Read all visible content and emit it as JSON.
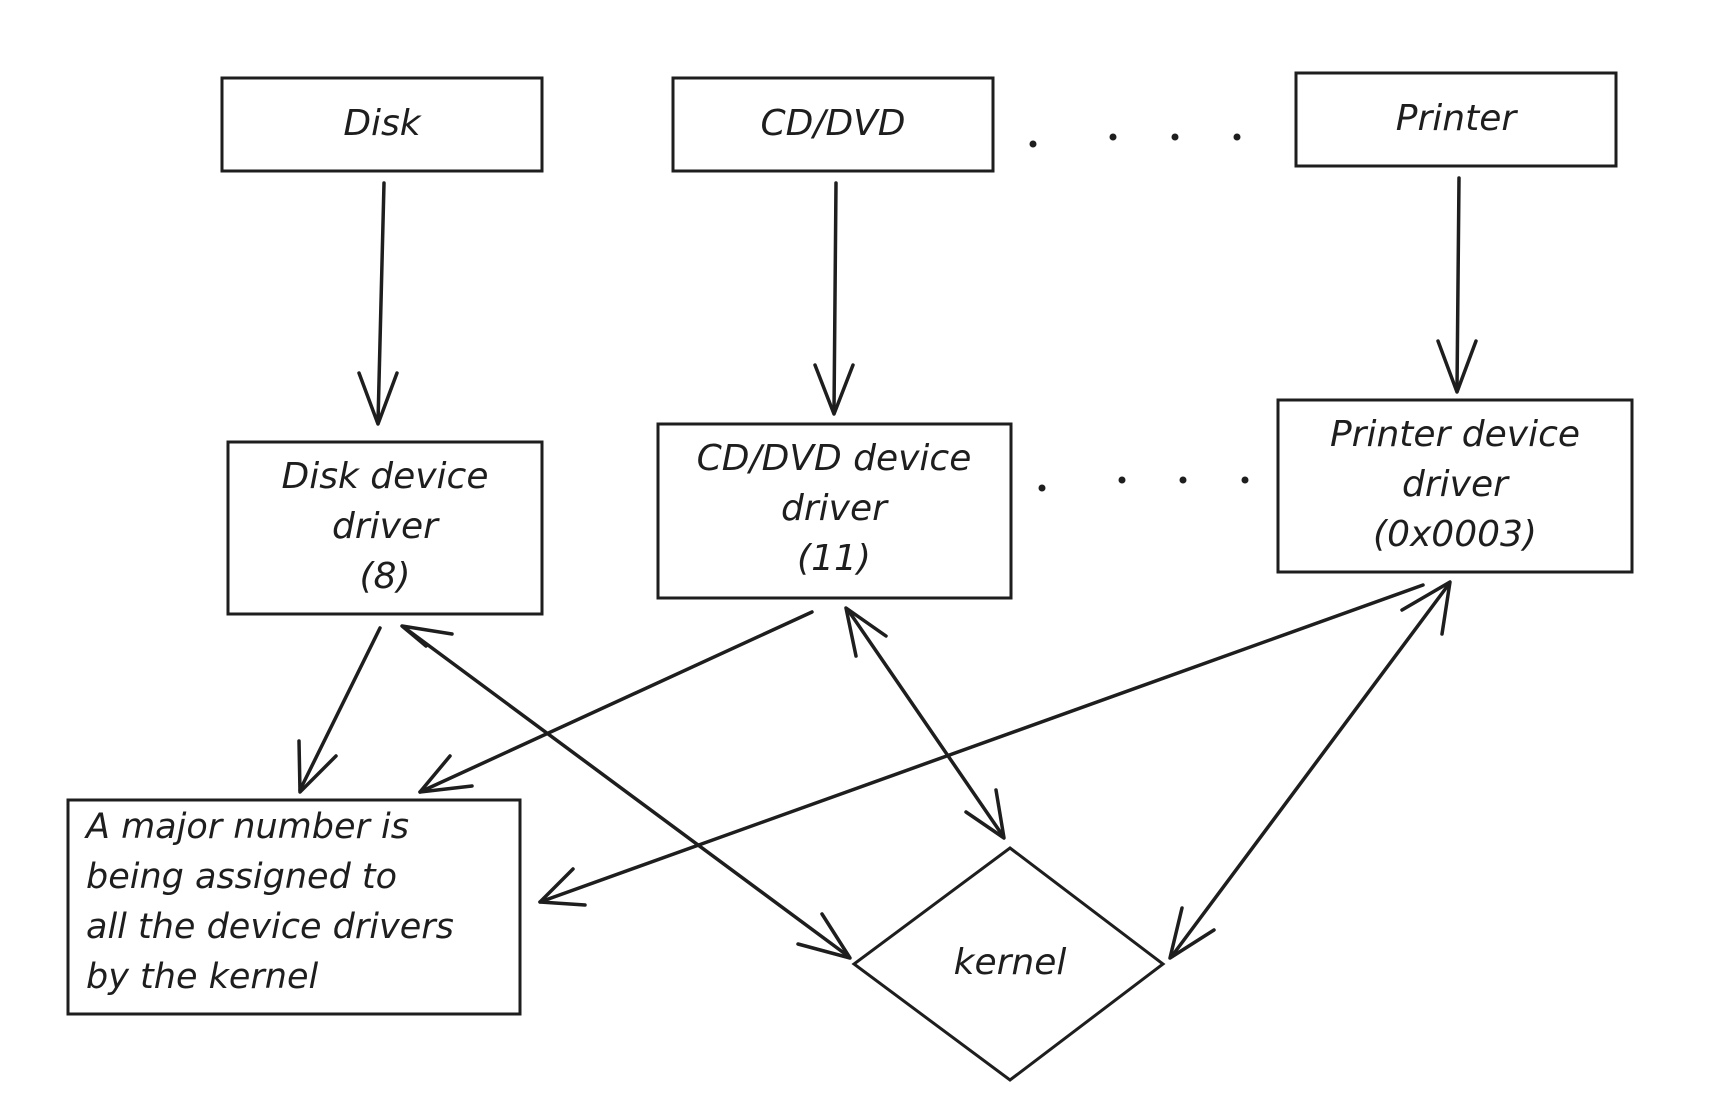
{
  "colors": {
    "stroke": "#1e1e1e",
    "background": "#ffffff"
  },
  "nodes": {
    "disk": {
      "label": "Disk"
    },
    "cd_dvd": {
      "label": "CD/DVD"
    },
    "printer": {
      "label": "Printer"
    },
    "disk_driver": {
      "lines": [
        "Disk device",
        "driver",
        "(8)"
      ]
    },
    "cd_dvd_driver": {
      "lines": [
        "CD/DVD device",
        "driver",
        "(11)"
      ]
    },
    "printer_driver": {
      "lines": [
        "Printer device",
        "driver",
        "(0x0003)"
      ]
    },
    "major_number_note": {
      "lines": [
        "A major number is",
        "being assigned to",
        "all the device drivers",
        "by the kernel"
      ]
    },
    "kernel": {
      "label": "kernel"
    }
  },
  "edges": [
    {
      "from": "disk",
      "to": "disk_driver",
      "direction": "forward"
    },
    {
      "from": "cd_dvd",
      "to": "cd_dvd_driver",
      "direction": "forward"
    },
    {
      "from": "printer",
      "to": "printer_driver",
      "direction": "forward"
    },
    {
      "from": "disk_driver",
      "to": "major_number_note",
      "direction": "forward"
    },
    {
      "from": "cd_dvd_driver",
      "to": "major_number_note",
      "direction": "forward"
    },
    {
      "from": "printer_driver",
      "to": "major_number_note",
      "direction": "forward"
    },
    {
      "from": "disk_driver",
      "to": "kernel",
      "direction": "both"
    },
    {
      "from": "cd_dvd_driver",
      "to": "kernel",
      "direction": "both"
    },
    {
      "from": "printer_driver",
      "to": "kernel",
      "direction": "both"
    }
  ]
}
